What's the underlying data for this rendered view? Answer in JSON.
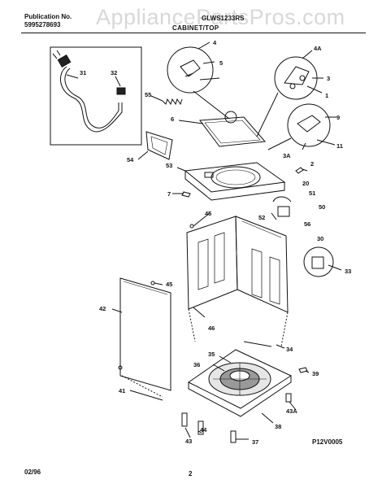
{
  "header": {
    "pub_label": "Publication No.",
    "pub_number": "5995278693",
    "watermark": "AppliancePartsPros.com",
    "model": "GLWS1233RS",
    "section_title": "CABINET/TOP"
  },
  "callouts": {
    "c1": "1",
    "c2": "2",
    "c3": "3",
    "c3a": "3A",
    "c4": "4",
    "c4a": "4A",
    "c5": "5",
    "c6": "6",
    "c7": "7",
    "c9": "9",
    "c11": "11",
    "c20": "20",
    "c30": "30",
    "c31": "31",
    "c32": "32",
    "c33": "33",
    "c34": "34",
    "c35": "35",
    "c36": "36",
    "c37": "37",
    "c38": "38",
    "c39": "39",
    "c41": "41",
    "c42": "42",
    "c43": "43",
    "c43a": "43A",
    "c44": "44",
    "c45a": "45",
    "c45b": "45",
    "c46": "46",
    "c50": "50",
    "c51": "51",
    "c52": "52",
    "c53": "53",
    "c54": "54",
    "c55": "55",
    "c56": "56"
  },
  "diagram_code": "P12V0005",
  "footer": {
    "date": "02/96",
    "page": "2"
  }
}
